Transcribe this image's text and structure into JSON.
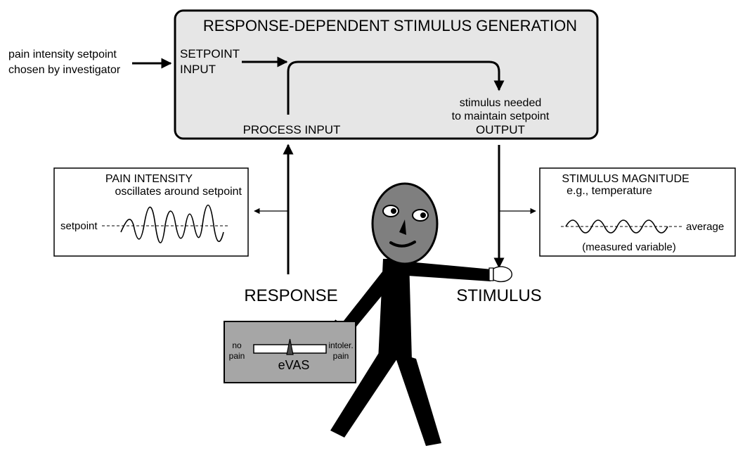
{
  "main_box": {
    "title": "RESPONSE-DEPENDENT STIMULUS GENERATION",
    "setpoint_input_line1": "SETPOINT",
    "setpoint_input_line2": "INPUT",
    "process_input": "PROCESS INPUT",
    "output_line1": "stimulus needed",
    "output_line2": "to maintain setpoint",
    "output_line3": "OUTPUT"
  },
  "external_input": {
    "line1": "pain intensity setpoint",
    "line2": "chosen by investigator"
  },
  "pain_panel": {
    "title": "PAIN INTENSITY",
    "subtitle": "oscillates around setpoint",
    "baseline_label": "setpoint"
  },
  "stimulus_panel": {
    "title": "STIMULUS MAGNITUDE",
    "subtitle": "e.g., temperature",
    "baseline_label": "average",
    "footnote": "(measured variable)"
  },
  "response_label": "RESPONSE",
  "stimulus_label": "STIMULUS",
  "evas": {
    "left_label_line1": "no",
    "left_label_line2": "pain",
    "right_label_line1": "intoler.",
    "right_label_line2": "pain",
    "device_label": "eVAS",
    "slider_position": 0.5
  },
  "colors": {
    "main_box_fill": "#e6e6e6",
    "figure_body": "#000000",
    "figure_head": "#7f7f7f",
    "evas_device": "#a6a6a6"
  }
}
